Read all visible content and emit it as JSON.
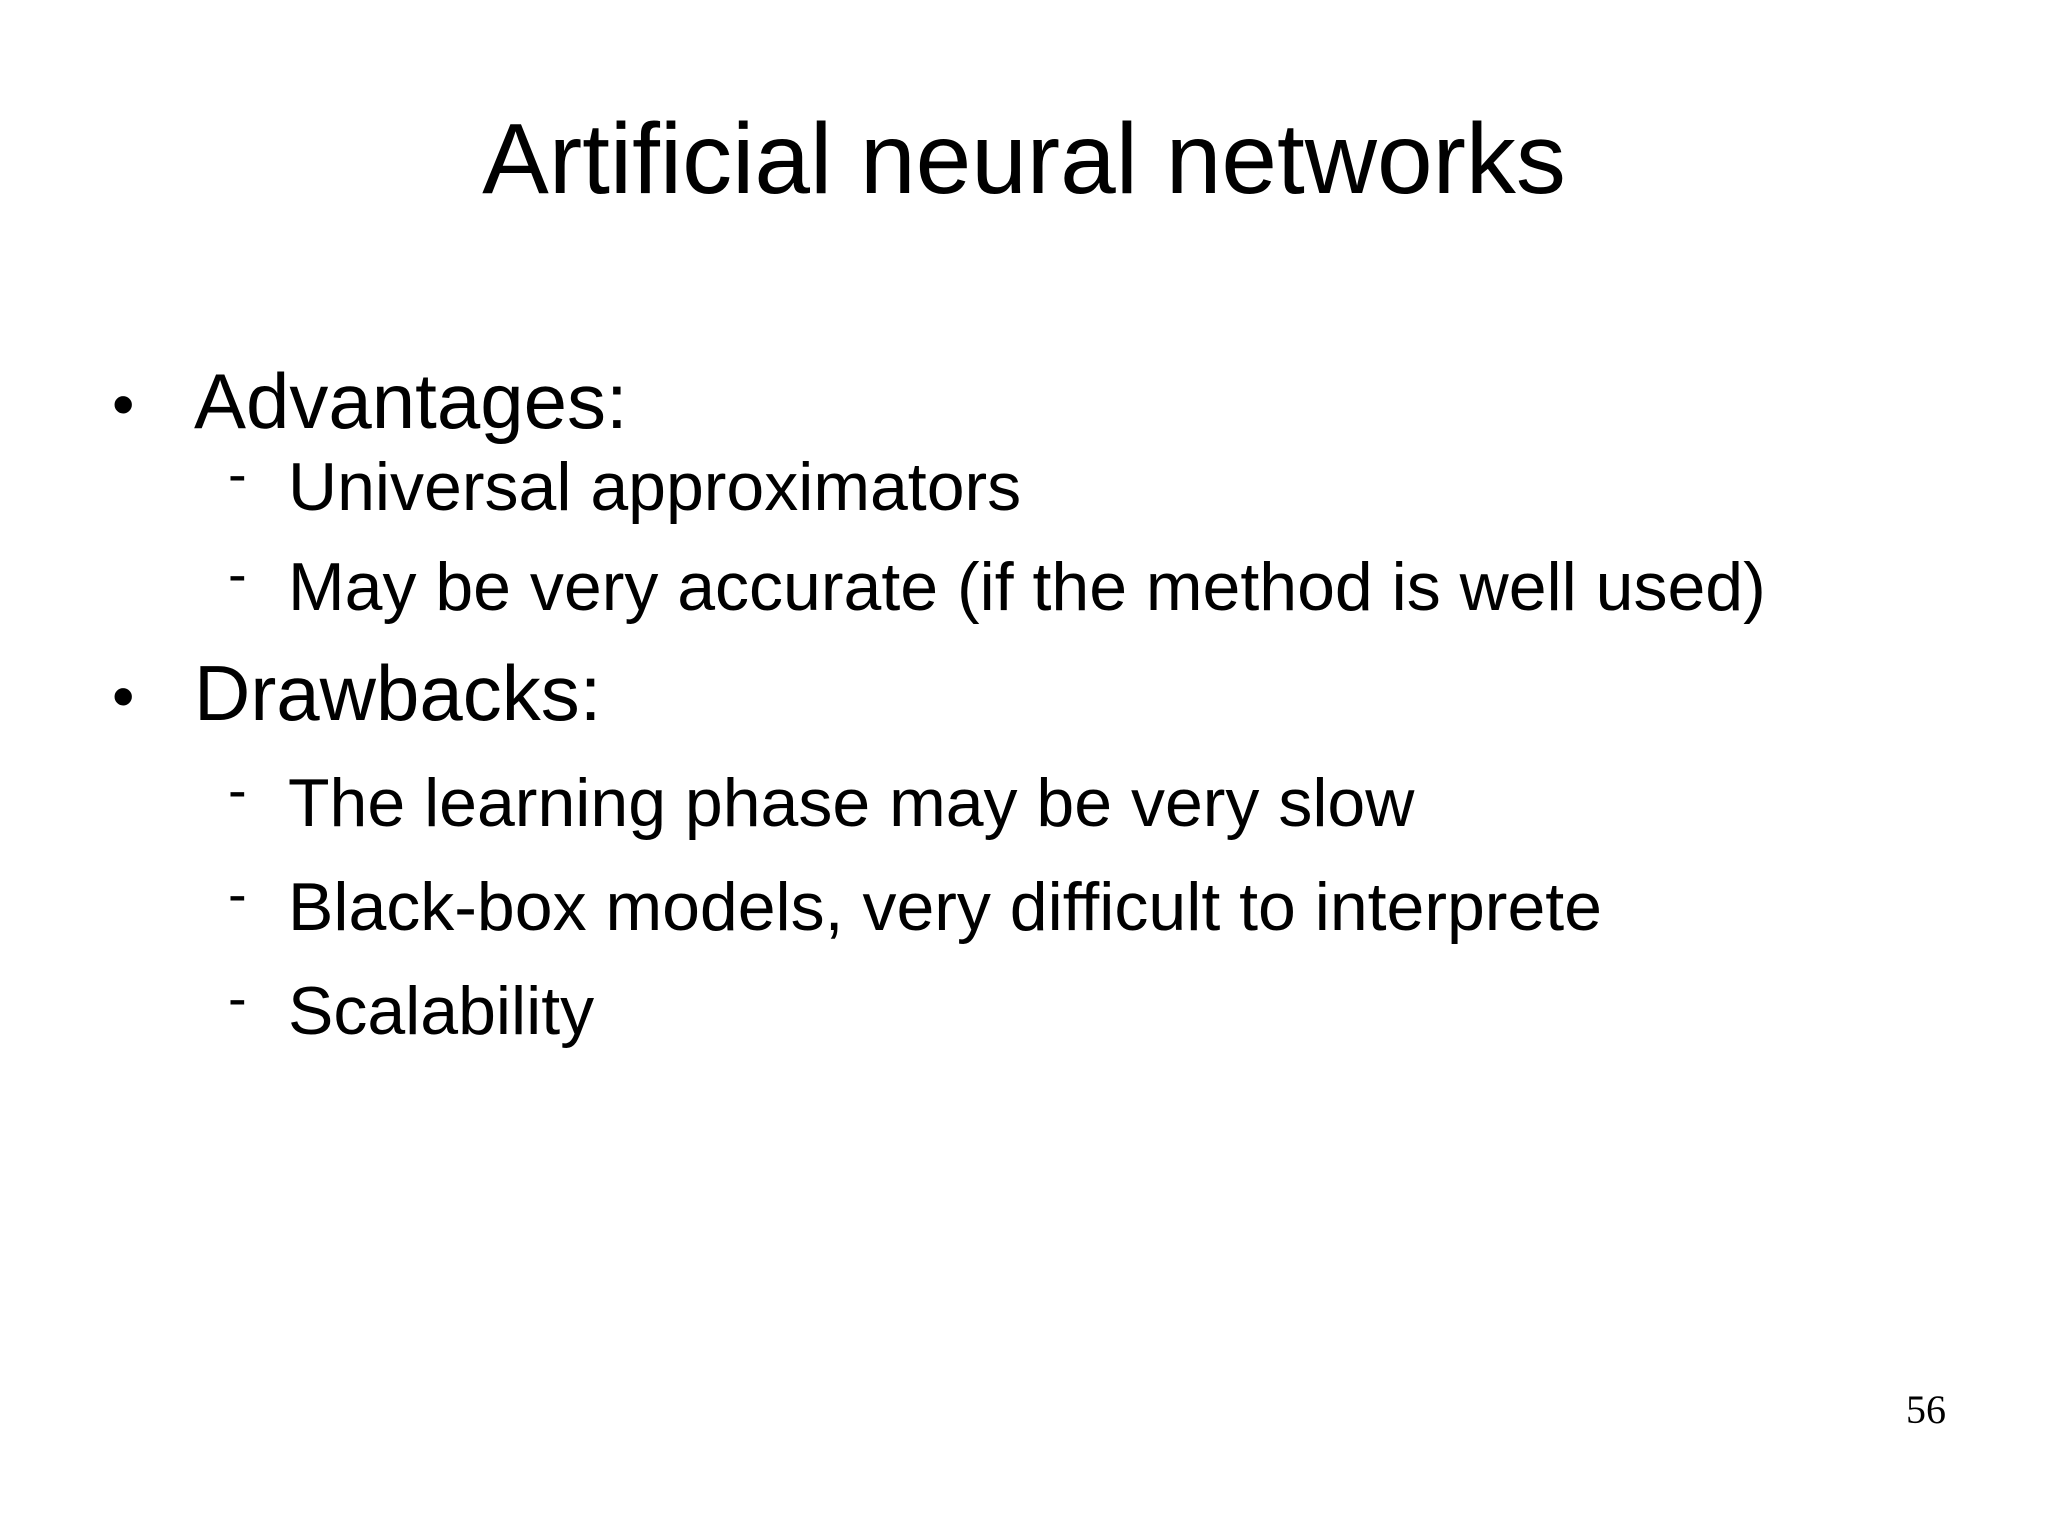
{
  "slide": {
    "title": "Artificial neural networks",
    "page_number": "56",
    "background_color": "#ffffff",
    "text_color": "#000000",
    "markers": {
      "level1": "•",
      "level2": "-"
    },
    "sections": [
      {
        "label": "Advantages:",
        "items": [
          "Universal approximators",
          "May be very accurate (if the method is well used)"
        ]
      },
      {
        "label": "Drawbacks:",
        "items": [
          "The learning phase may be very slow",
          "Black-box models, very difficult to interprete",
          "Scalability"
        ]
      }
    ]
  }
}
